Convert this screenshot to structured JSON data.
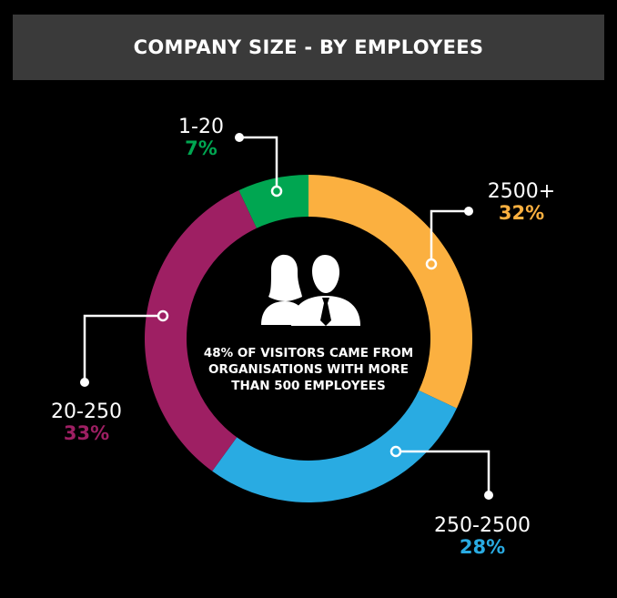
{
  "chart_data": {
    "type": "pie",
    "title": "COMPANY SIZE - BY EMPLOYEES",
    "slices": [
      {
        "label": "1-20",
        "value": 7,
        "display": "7%",
        "color": "#00a651"
      },
      {
        "label": "2500+",
        "value": 32,
        "display": "32%",
        "color": "#fbb040"
      },
      {
        "label": "250-2500",
        "value": 28,
        "display": "28%",
        "color": "#29abe2"
      },
      {
        "label": "20-250",
        "value": 33,
        "display": "33%",
        "color": "#9e1f63"
      }
    ],
    "center_text": "48% OF VISITORS CAME FROM ORGANISATIONS WITH MORE THAN 500 EMPLOYEES",
    "center_icon": "business-people-icon"
  }
}
